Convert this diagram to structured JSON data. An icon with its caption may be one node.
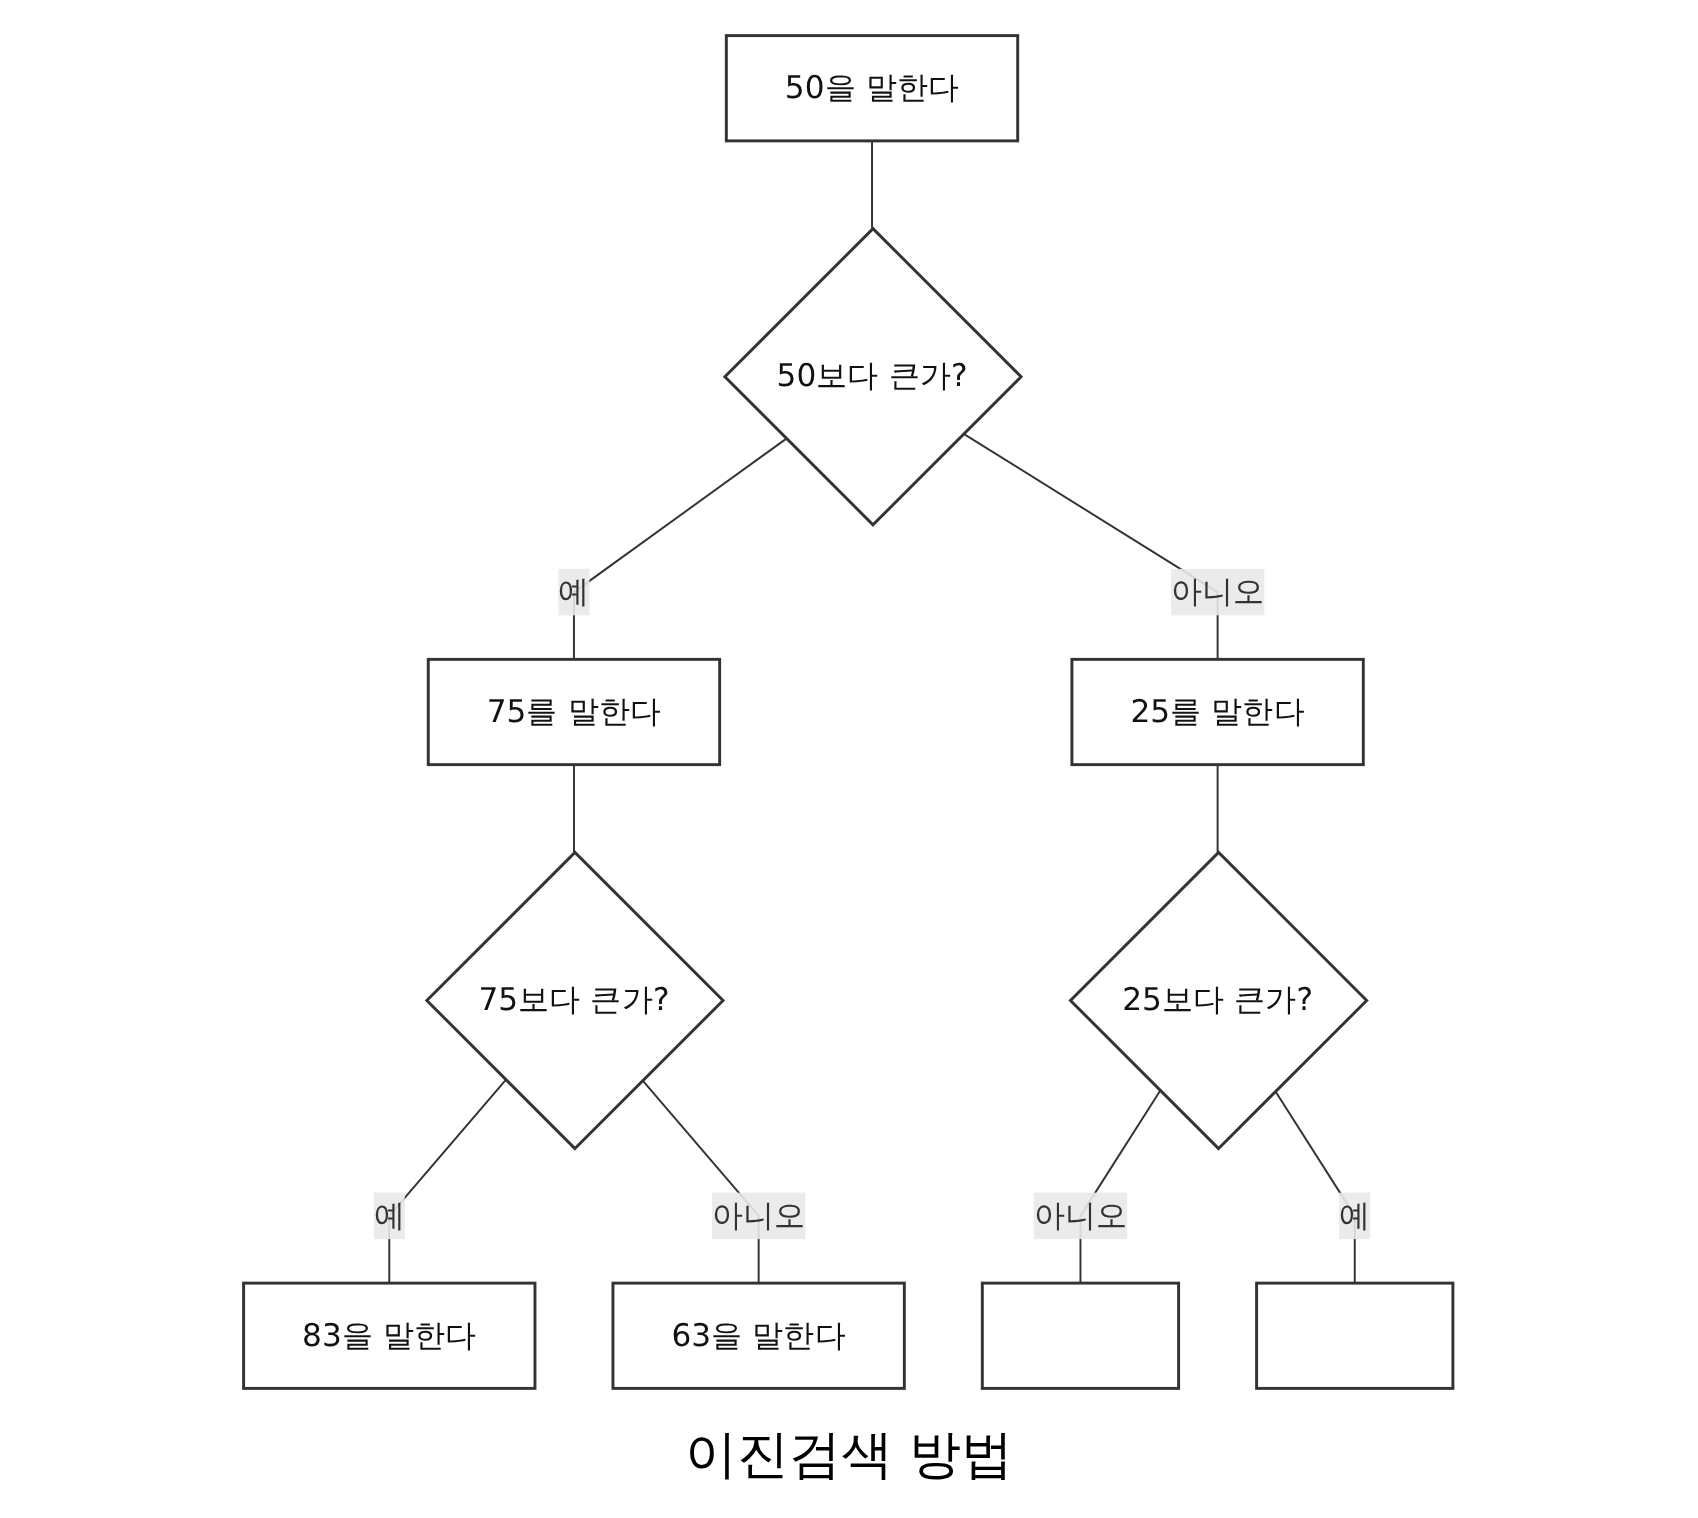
{
  "diagram": {
    "caption": "이진검색 방법",
    "nodes": [
      {
        "text": [
          "50을 말한다"
        ]
      },
      {
        "text": [
          "50보다 큰가?"
        ]
      },
      {
        "text": [
          "75를 말한다"
        ]
      },
      {
        "text": [
          "25를 말한다"
        ]
      },
      {
        "text": [
          "75보다 큰가?"
        ]
      },
      {
        "text": [
          "83을 말한다"
        ]
      },
      {
        "text": [
          "63을 말한다"
        ]
      },
      {
        "text": [
          "25보다 큰가?"
        ]
      },
      {
        "text": [],
        "shape": "box"
      },
      {
        "text": [],
        "shape": "box"
      }
    ],
    "edges": [
      {
        "from": 0,
        "to": 1,
        "arrow": "none"
      },
      {
        "from": 1,
        "to": 2,
        "label": "예",
        "arrow": "none"
      },
      {
        "from": 1,
        "to": 3,
        "label": "아니오",
        "arrow": "none"
      },
      {
        "from": 2,
        "to": 4,
        "arrow": "none"
      },
      {
        "from": 4,
        "to": 5,
        "label": "예",
        "arrow": "none"
      },
      {
        "from": 4,
        "to": 6,
        "label": "아니오",
        "arrow": "none"
      },
      {
        "from": 3,
        "to": 7,
        "arrow": "none"
      },
      {
        "from": 7,
        "to": 8,
        "label": "아니오",
        "arrow": "none"
      },
      {
        "from": 7,
        "to": 9,
        "label": "예",
        "arrow": "none"
      }
    ]
  }
}
